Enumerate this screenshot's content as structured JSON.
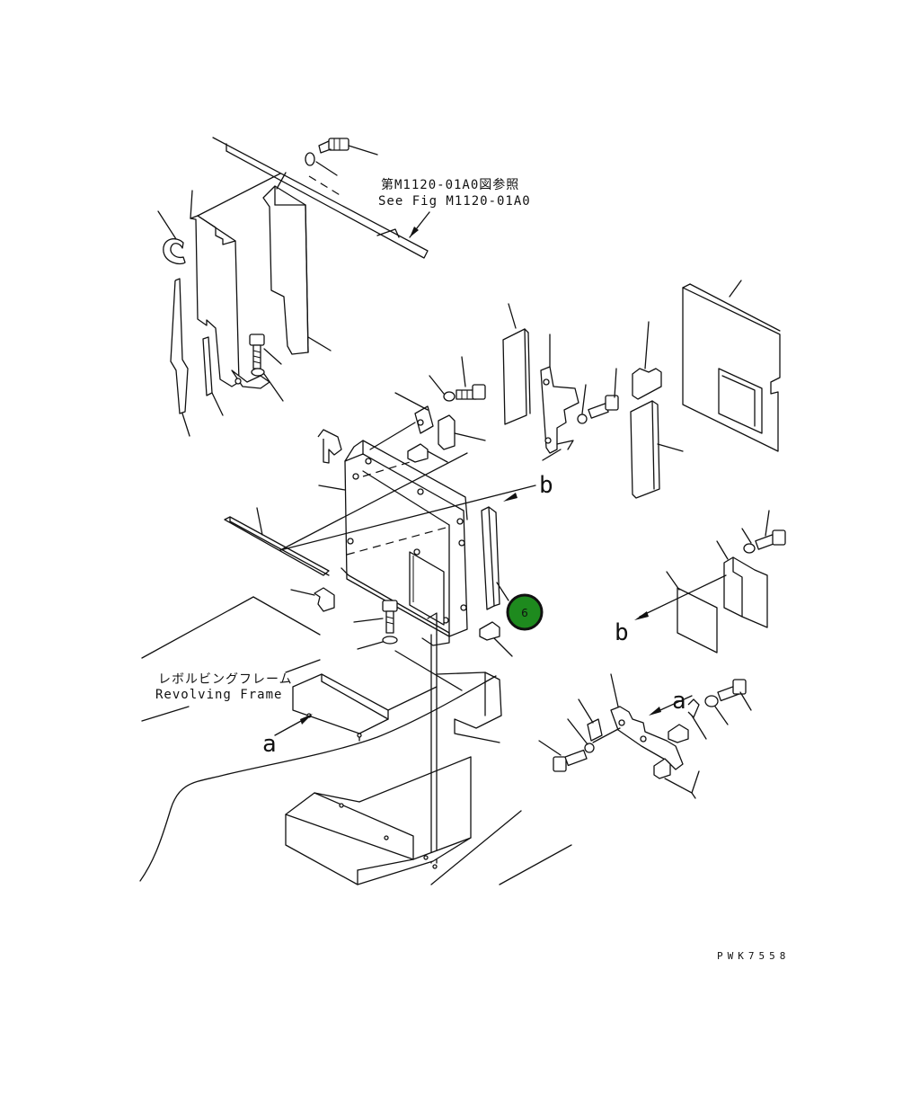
{
  "references": {
    "jp": "第M1120-01A0図参照",
    "en": "See Fig M1120-01A0"
  },
  "frame_label": {
    "jp": "レボルビングフレーム",
    "en": "Revolving Frame"
  },
  "view_marks": {
    "a1": "a",
    "a2": "a",
    "b1": "b",
    "b2": "b"
  },
  "callout": {
    "number": "6",
    "color": "#1e8a1e"
  },
  "drawing_code": "PWK7558"
}
